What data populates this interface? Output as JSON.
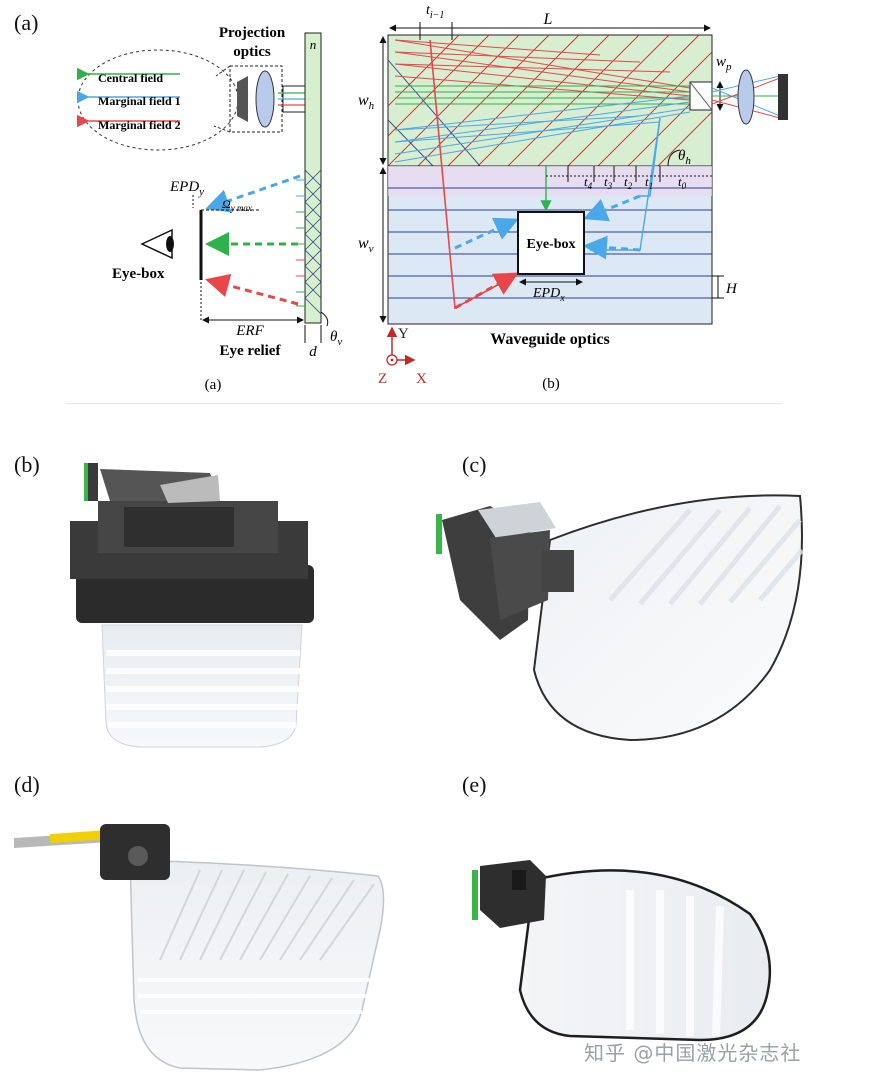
{
  "panel_labels": {
    "a": "(a)",
    "b": "(b)",
    "c": "(c)",
    "d": "(d)",
    "e": "(e)"
  },
  "diagram_a": {
    "sub_caption": "(a)",
    "projection_optics": [
      "Projection",
      "optics"
    ],
    "legend": [
      "Central field",
      "Marginal field 1",
      "Marginal field 2"
    ],
    "n": "n",
    "epd_y": "EPD",
    "epd_y_sub": "y",
    "omega": "Ω",
    "omega_sub": "y max",
    "eye_box": "Eye-box",
    "erf": "ERF",
    "eye_relief": "Eye relief",
    "d": "d",
    "theta_v": "θ",
    "theta_v_sub": "v"
  },
  "diagram_b": {
    "sub_caption": "(b)",
    "t_im1": "t",
    "t_im1_sub": "i−1",
    "L": "L",
    "wp": "w",
    "wp_sub": "p",
    "wh": "w",
    "wh_sub": "h",
    "wv": "w",
    "wv_sub": "v",
    "theta_h": "θ",
    "theta_h_sub": "h",
    "t_labels": [
      {
        "t": "t",
        "s": "4"
      },
      {
        "t": "t",
        "s": "3"
      },
      {
        "t": "t",
        "s": "2"
      },
      {
        "t": "t",
        "s": "1"
      },
      {
        "t": "t",
        "s": "0"
      }
    ],
    "eye_box": "Eye-box",
    "epd_x": "EPD",
    "epd_x_sub": "x",
    "H": "H",
    "axis_y": "Y",
    "axis_z": "Z",
    "axis_x": "X",
    "waveguide_optics": "Waveguide optics"
  },
  "watermark": "知乎 @中国激光杂志社",
  "colors": {
    "green": "#2db34a",
    "blue": "#4aa8e8",
    "red": "#e8474a",
    "darkred": "#b22222",
    "navy": "#2a3f8f"
  }
}
